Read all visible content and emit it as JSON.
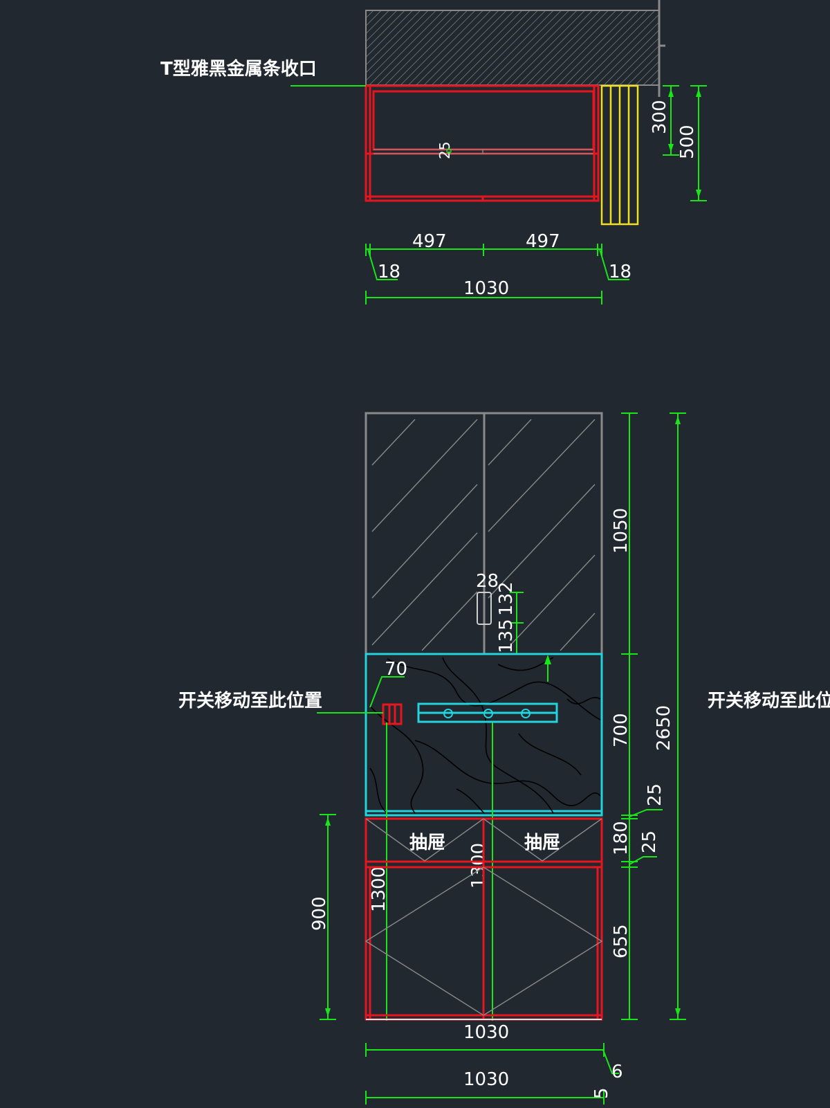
{
  "labels": {
    "metal_strip": "T型雅黑金属条收口",
    "switch_left": "开关移动至此位置",
    "switch_right": "开关移动至此位置",
    "drawer_left": "抽屉",
    "drawer_right": "抽屉"
  },
  "plan": {
    "dim_497_left": "497",
    "dim_497_right": "497",
    "dim_18_left": "18",
    "dim_18_right": "18",
    "dim_1030": "1030",
    "dim_300": "300",
    "dim_500": "500",
    "dim_25": "25"
  },
  "elevation": {
    "dim_1050": "1050",
    "dim_700": "700",
    "dim_2650": "2650",
    "dim_25_a": "25",
    "dim_180": "180",
    "dim_25_b": "25",
    "dim_655": "655",
    "dim_900": "900",
    "dim_1300_a": "1300",
    "dim_1300_b": "1300",
    "dim_28": "28",
    "dim_132": "132",
    "dim_135": "135",
    "dim_70": "70",
    "dim_1030_inner": "1030",
    "dim_1030_bottom": "1030",
    "dim_6": "6",
    "dim_5": "5"
  },
  "colors": {
    "background": "#212830",
    "dimension": "#19e619",
    "cabinet_red": "#e8141e",
    "glass_gray": "#8a8a8a",
    "marble_cyan": "#22d4dc",
    "side_panel_yellow": "#f0e020"
  }
}
